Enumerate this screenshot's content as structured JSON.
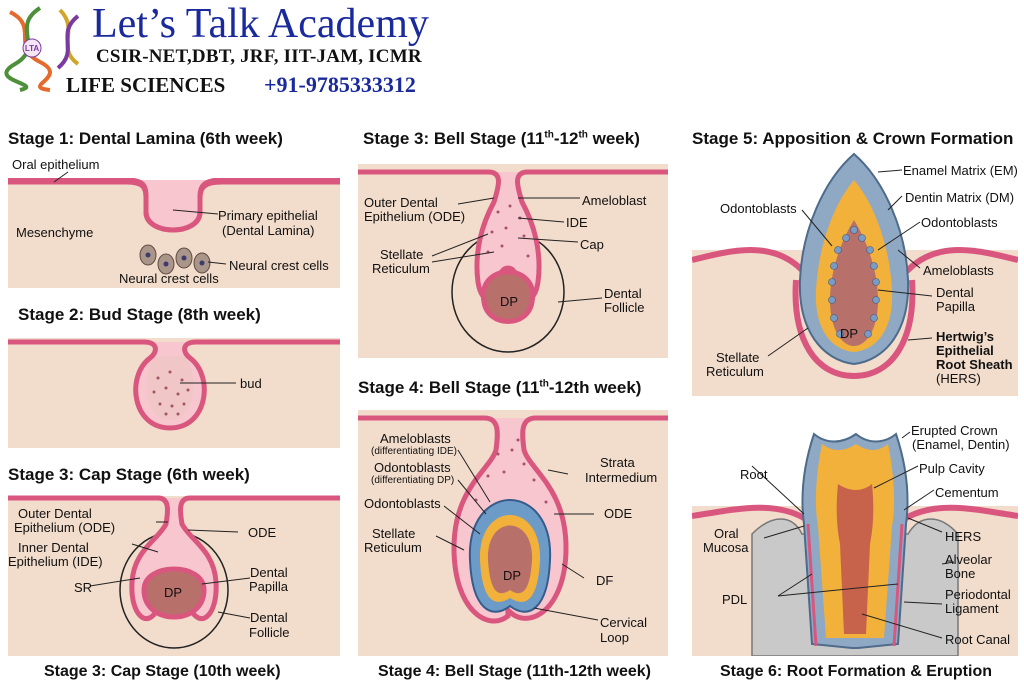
{
  "header": {
    "brand": "Let’s Talk Academy",
    "exams": "CSIR-NET,DBT, JRF, IIT-JAM, ICMR",
    "life_sciences": "LIFE SCIENCES",
    "phone": "+91-9785333312",
    "logo_mark": "LTA"
  },
  "stage1": {
    "title": "Stage 1: Dental Lamina (6th week)",
    "labels": {
      "oral_epithelium": "Oral epithelium",
      "mesenchyme": "Mesenchyme",
      "primary_epithelial": "Primary epithelial",
      "dental_lamina": "(Dental Lamina)",
      "neural_crest_cells_left": "Neural crest cells",
      "neural_crest_cells_right": "Neural crest cells"
    }
  },
  "stage2": {
    "title": "Stage 2: Bud Stage (8th week)",
    "labels": {
      "bud": "bud"
    }
  },
  "stage3cap": {
    "title": "Stage 3: Cap Stage (6th week)",
    "caption": "Stage 3: Cap Stage (10th week)",
    "labels": {
      "outer_dental": "Outer Dental",
      "epithelium_ode": "Epithelium (ODE)",
      "inner_dental": "Inner Dental",
      "epithelium_ide": "Epithelium (IDE)",
      "sr": "SR",
      "ode": "ODE",
      "dental_papilla_1": "Dental",
      "dental_papilla_2": "Papilla",
      "dental_follicle_1": "Dental",
      "dental_follicle_2": "Follicle",
      "dp": "DP"
    }
  },
  "stage3bell": {
    "title_pre": "Stage 3: Bell Stage (11",
    "title_sup1": "th",
    "title_mid": "-12",
    "title_sup2": "th",
    "title_post": " week)",
    "labels": {
      "outer_dental": "Outer Dental",
      "epithelium_ode": "Epithelium (ODE)",
      "ameloblast": "Ameloblast",
      "ide": "IDE",
      "cap": "Cap",
      "stellate": "Stellate",
      "reticulum": "Reticulum",
      "dental": "Dental",
      "follicle": "Follicle",
      "dp": "DP"
    }
  },
  "stage4": {
    "title_pre": "Stage 4: Bell Stage (11",
    "title_sup1": "th",
    "title_post": "-12th week)",
    "caption": "Stage 4: Bell Stage (11th-12th week)",
    "labels": {
      "ameloblasts": "Ameloblasts",
      "diff_ide": "(differentiating IDE)",
      "odontoblasts_1": "Odontoblasts",
      "diff_dp": "(differentiating DP)",
      "odontoblasts_2": "Odontoblasts",
      "stellate": "Stellate",
      "reticulum": "Reticulum",
      "strata": "Strata",
      "intermedium": "Intermedium",
      "ode": "ODE",
      "df": "DF",
      "cervical": "Cervical",
      "loop": "Loop",
      "dp": "DP"
    }
  },
  "stage5": {
    "title": "Stage 5: Apposition & Crown Formation",
    "labels": {
      "enamel_matrix": "Enamel Matrix (EM)",
      "dentin_matrix": "Dentin Matrix (DM)",
      "odontoblasts_left": "Odontoblasts",
      "odontoblasts_right": "Odontoblasts",
      "ameloblasts": "Ameloblasts",
      "dental": "Dental",
      "papilla": "Papilla",
      "hertwigs_1": "Hertwig’s",
      "hertwigs_2": "Epithelial",
      "hertwigs_3": "Root Sheath",
      "hers": "(HERS)",
      "stellate": "Stellate",
      "reticulum": "Reticulum",
      "dp": "DP"
    }
  },
  "stage6": {
    "caption": "Stage 6: Root Formation & Eruption",
    "labels": {
      "erupted_crown": "Erupted Crown",
      "enamel_dentin": "(Enamel, Dentin)",
      "pulp_cavity": "Pulp Cavity",
      "root": "Root",
      "cementum": "Cementum",
      "oral": "Oral",
      "mucosa": "Mucosa",
      "hers": "HERS",
      "alveolar": "Alveolar",
      "bone": "Bone",
      "pdl": "PDL",
      "periodontal": "Periodontal",
      "ligament": "Ligament",
      "root_canal": "Root Canal"
    }
  },
  "colors": {
    "epithelium": "#d9577f",
    "mesenchyme": "#f2dccb",
    "papilla": "#b8706a",
    "enamel": "#8fa9c4",
    "dentin": "#f2b13a",
    "bone": "#c9c9c9",
    "brand_blue": "#1a2a9c"
  }
}
